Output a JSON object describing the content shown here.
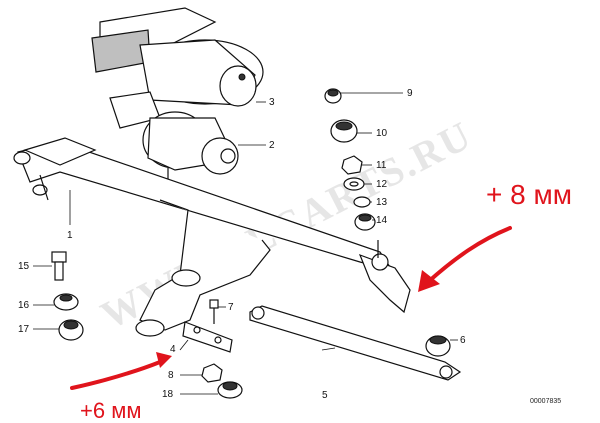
{
  "watermark": "WWW.ELCARTS.RU",
  "drawing_code": "00007835",
  "callouts": [
    {
      "id": "1",
      "label": "1"
    },
    {
      "id": "2",
      "label": "2"
    },
    {
      "id": "3",
      "label": "3"
    },
    {
      "id": "4",
      "label": "4"
    },
    {
      "id": "5",
      "label": "5"
    },
    {
      "id": "6",
      "label": "6"
    },
    {
      "id": "7",
      "label": "7"
    },
    {
      "id": "8",
      "label": "8"
    },
    {
      "id": "9",
      "label": "9"
    },
    {
      "id": "10",
      "label": "10"
    },
    {
      "id": "11",
      "label": "11"
    },
    {
      "id": "12",
      "label": "12"
    },
    {
      "id": "13",
      "label": "13"
    },
    {
      "id": "14",
      "label": "14"
    },
    {
      "id": "15",
      "label": "15"
    },
    {
      "id": "16",
      "label": "16"
    },
    {
      "id": "17",
      "label": "17"
    },
    {
      "id": "18",
      "label": "18"
    }
  ],
  "annotations": {
    "right_note": "+ 8 мм",
    "left_note": "+6 мм"
  },
  "colors": {
    "annotation": "#e0141c",
    "line": "#111111"
  }
}
